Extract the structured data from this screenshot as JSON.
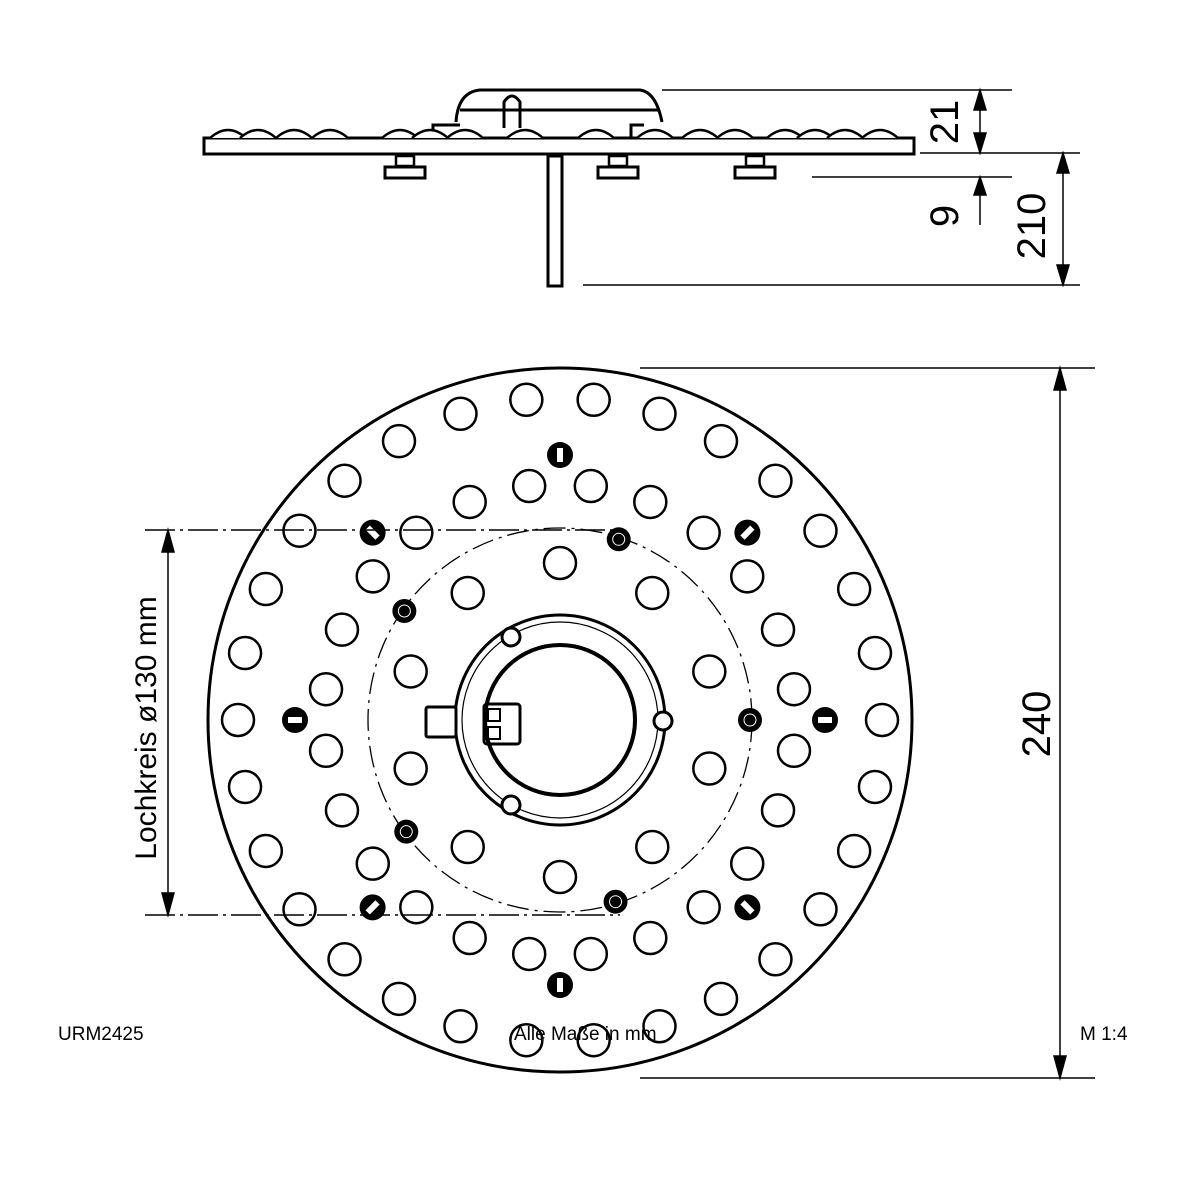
{
  "drawing": {
    "dimensions": {
      "height_top": "21",
      "height_bottom": "9",
      "cable_length": "210",
      "diameter": "240",
      "hole_circle": "Lochkreis ø130 mm"
    }
  },
  "footer": {
    "model": "URM2425",
    "units_note": "Alle Maße in mm",
    "scale": "M 1:4"
  },
  "colors": {
    "line": "#000000",
    "background": "#ffffff"
  }
}
